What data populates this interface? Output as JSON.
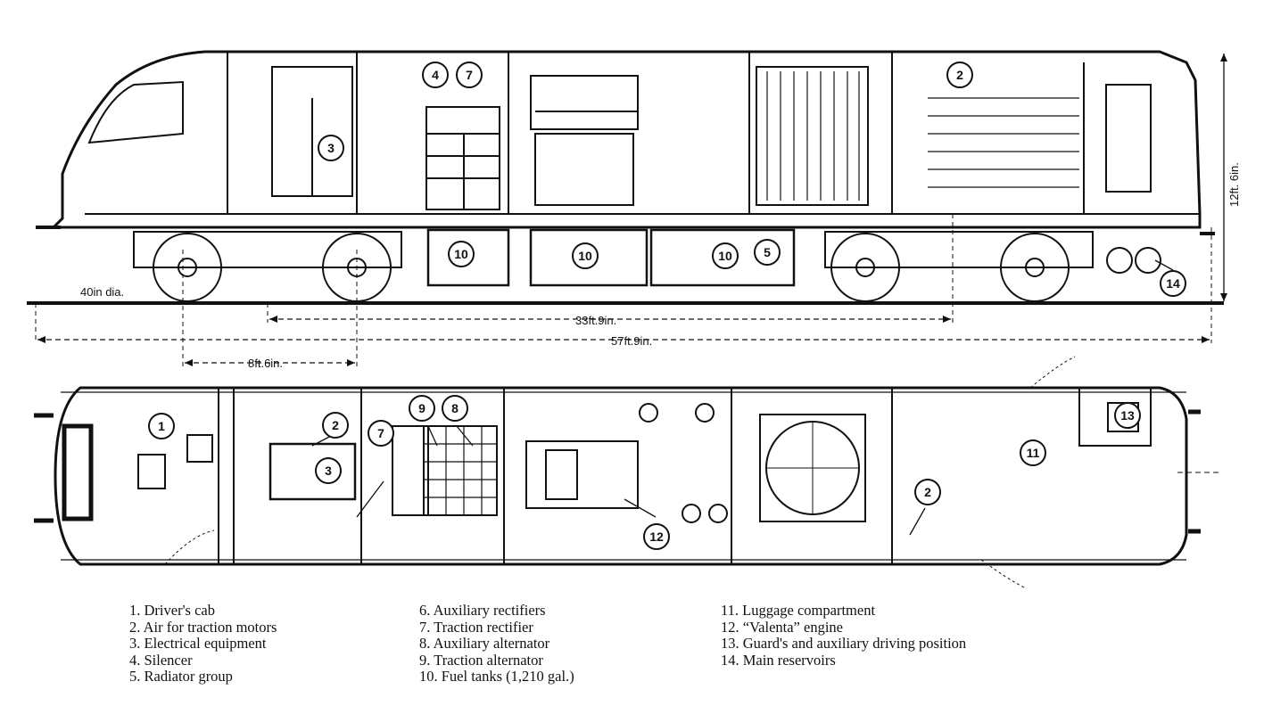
{
  "callouts_side": [
    "4",
    "7",
    "2",
    "3",
    "10",
    "10",
    "10",
    "5",
    "14"
  ],
  "callouts_plan": [
    "1",
    "2",
    "3",
    "7",
    "9",
    "8",
    "12",
    "11",
    "2",
    "13"
  ],
  "dimensions": {
    "wheel": "40in dia.",
    "bogie_centres": "33ft.9in.",
    "length": "57ft.9in.",
    "wheelbase": "8ft.6in.",
    "height": "12ft. 6in."
  },
  "legend": {
    "col1": [
      "1. Driver's cab",
      "2. Air for traction motors",
      "3. Electrical equipment",
      "4. Silencer",
      "5. Radiator group"
    ],
    "col2": [
      "6. Auxiliary rectifiers",
      "7. Traction rectifier",
      "8. Auxiliary alternator",
      "9. Traction alternator",
      "10. Fuel tanks (1,210 gal.)"
    ],
    "col3": [
      "11. Luggage compartment",
      "12. “Valenta” engine",
      "13. Guard's and auxiliary driving position",
      "14. Main reservoirs"
    ]
  }
}
